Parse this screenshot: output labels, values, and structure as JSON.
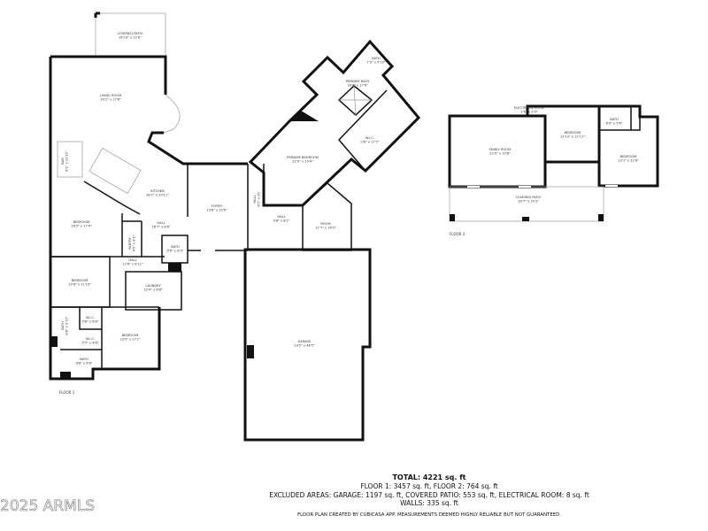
{
  "floor1": {
    "label": "FLOOR 1",
    "rooms": {
      "covered_patio": {
        "name": "COVERED PATIO",
        "dims": "16'10\" x 12'6\""
      },
      "living_room": {
        "name": "LIVING ROOM",
        "dims": "30'2\" x 17'6\""
      },
      "bar": {
        "name": "BAR",
        "dims": "8'1\" x 10'10\""
      },
      "kitchen": {
        "name": "KITCHEN",
        "dims": "28'1\" x 20'11\""
      },
      "bedroom_a": {
        "name": "BEDROOM",
        "dims": "16'5\" x 17'4\""
      },
      "foyer": {
        "name": "FOYER",
        "dims": "13'8\" x 20'6\""
      },
      "hall_vertical": {
        "name": "HALL",
        "dims": "8'3\" x 26'"
      },
      "hall_kitchen": {
        "name": "HALL",
        "dims": "16'7\" x 8'8\""
      },
      "pantry": {
        "name": "PANTRY",
        "dims": "4'5\" x 8'1\""
      },
      "bath_small": {
        "name": "BATH",
        "dims": "5'6\" x 6'3\""
      },
      "hall_bedrooms": {
        "name": "HALL",
        "dims": "12'6\" x 8'11\""
      },
      "bedroom_b": {
        "name": "BEDROOM",
        "dims": "13'8\" x 11'10\""
      },
      "laundry": {
        "name": "LAUNDRY",
        "dims": "12'4\" x 6'8\""
      },
      "wic_a": {
        "name": "W.I.C.",
        "dims": "5'8\" x 6'8\""
      },
      "bath_a": {
        "name": "BATH",
        "dims": "8'8\" x 9'10\""
      },
      "wic_b": {
        "name": "W.I.C.",
        "dims": "5'5\" x 4'6\""
      },
      "bedroom_c": {
        "name": "BEDROOM",
        "dims": "13'9\" x 17'1\""
      },
      "bath_b": {
        "name": "BATH",
        "dims": "8'8\" x 6'8\""
      },
      "primary_bath": {
        "name": "PRIMARY BATH",
        "dims": "18'4\" x 17'8\""
      },
      "bath_primary_wc": {
        "name": "BATH",
        "dims": "7'3\" x 5'10\""
      },
      "wic_primary": {
        "name": "W.I.C.",
        "dims": "9'8\" x 17'7\""
      },
      "primary_bedroom": {
        "name": "PRIMARY BEDROOM",
        "dims": "22'0\" x 19'4\""
      },
      "hall_primary": {
        "name": "HALL",
        "dims": "9'8\" x 8'1\""
      },
      "room": {
        "name": "ROOM",
        "dims": "11'7\" x 16'3\""
      },
      "garage": {
        "name": "GARAGE",
        "dims": "23'2\" x 46'5\""
      }
    }
  },
  "floor2": {
    "label": "FLOOR 2",
    "rooms": {
      "electrical_room": {
        "name": "ELECTRICAL ROOM",
        "dims": "1'6\" x 2'0\""
      },
      "family_room": {
        "name": "FAMILY ROOM",
        "dims": "22'0\" x 19'8\""
      },
      "bedroom_a": {
        "name": "BEDROOM",
        "dims": "12'10\" x 12'11\""
      },
      "bath": {
        "name": "BATH",
        "dims": "6'0\" x 5'6\""
      },
      "bedroom_b": {
        "name": "BEDROOM",
        "dims": "13'1\" x 12'8\""
      },
      "covered_patio": {
        "name": "COVERED PATIO",
        "dims": "30'7\" x 14'3\""
      }
    }
  },
  "summary": {
    "total": "TOTAL: 4221 sq. ft",
    "floors": "FLOOR 1: 3457 sq. ft, FLOOR 2: 764 sq. ft",
    "excluded": "EXCLUDED AREAS: GARAGE: 1197 sq. ft, COVERED PATIO: 553 sq. ft, ELECTRICAL ROOM: 8 sq. ft",
    "walls": "WALLS: 335 sq. ft",
    "note": "FLOOR PLAN CREATED BY CUBICASA APP. MEASUREMENTS DEEMED HIGHLY RELIABLE BUT NOT GUARANTEED."
  },
  "watermark": "2025 ARMLS"
}
